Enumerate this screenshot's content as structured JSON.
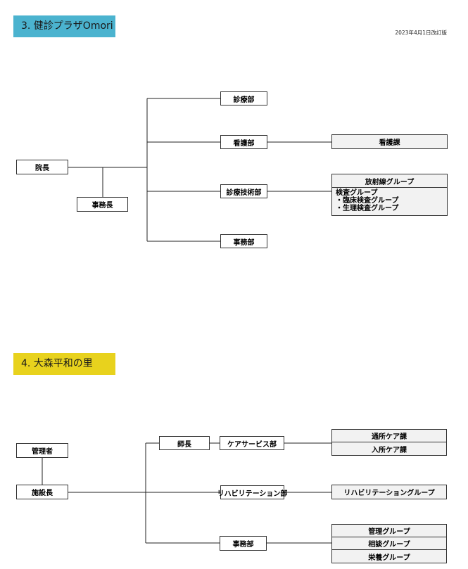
{
  "sections": [
    {
      "title": "3.  健診プラザOmori"
    },
    {
      "title": "4.  大森平和の里"
    }
  ],
  "revision_date": "2023年4月1日改訂版",
  "plaza": {
    "director": "院長",
    "admin_head": "事務長",
    "medical": "診療部",
    "nursing": "看護部",
    "nursing_section": "看護課",
    "technical": "診療技術部",
    "radiology_group": "放射線グループ",
    "lab_group": "検査グループ",
    "lab_clinical": "・臨床検査グループ",
    "lab_physio": "・生理検査グループ",
    "office": "事務部"
  },
  "heiwa": {
    "manager": "管理者",
    "facility_head": "施設長",
    "head_nurse": "師長",
    "care_service": "ケアサービス部",
    "day_care": "通所ケア課",
    "residential_care": "入所ケア課",
    "rehab_dept": "リハビリテーション部",
    "rehab_group": "リハビリテーショングループ",
    "office": "事務部",
    "mgmt_group": "管理グループ",
    "consult_group": "相談グループ",
    "nutrition_group": "栄養グループ"
  }
}
